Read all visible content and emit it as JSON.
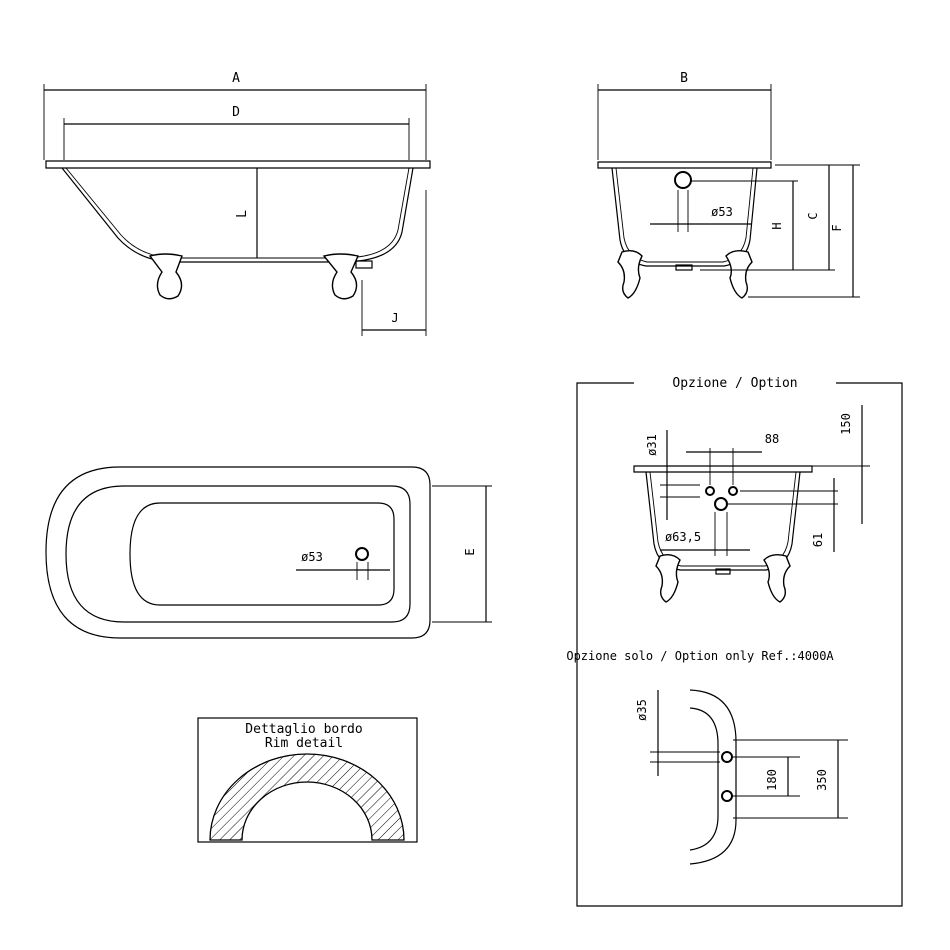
{
  "dimensions": {
    "A": "A",
    "D": "D",
    "L": "L",
    "J": "J",
    "B": "B",
    "C": "C",
    "F": "F",
    "H": "H",
    "E": "E",
    "phi53_side": "ø53",
    "phi53_top": "ø53"
  },
  "option_box": {
    "title": "Opzione / Option",
    "d31": "ø31",
    "d88": "88",
    "d150": "150",
    "d61": "61",
    "d635": "ø63,5",
    "only_label": "Opzione solo / Option only Ref.:4000A",
    "d35": "ø35",
    "d180": "180",
    "d350": "350"
  },
  "rim_detail": {
    "line1": "Dettaglio bordo",
    "line2": "Rim detail"
  }
}
